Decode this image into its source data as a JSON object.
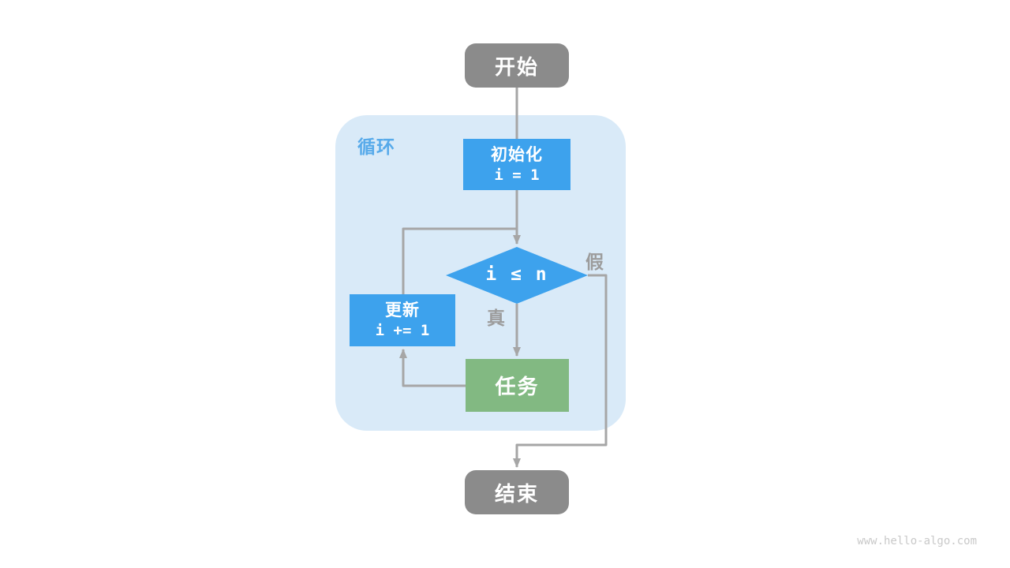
{
  "page": {
    "watermark": "www.hello-algo.com"
  },
  "colors": {
    "blue": "#3da2ed",
    "green": "#82b982",
    "node-gray": "#8b8b8b",
    "container-bg": "#d9eaf8",
    "loop-label": "#57aaea",
    "line": "#a6a6a6",
    "label-gray": "#9c9c9c",
    "watermark": "#c9c9c9",
    "white": "#ffffff"
  },
  "diagram": {
    "loop_label": "循环",
    "nodes": {
      "start": {
        "label": "开始"
      },
      "init": {
        "label": "初始化",
        "code": "i = 1"
      },
      "condition": {
        "label": "i ≤ n"
      },
      "update": {
        "label": "更新",
        "code": "i += 1"
      },
      "task": {
        "label": "任务"
      },
      "end": {
        "label": "结束"
      }
    },
    "edge_labels": {
      "true": "真",
      "false": "假"
    }
  }
}
